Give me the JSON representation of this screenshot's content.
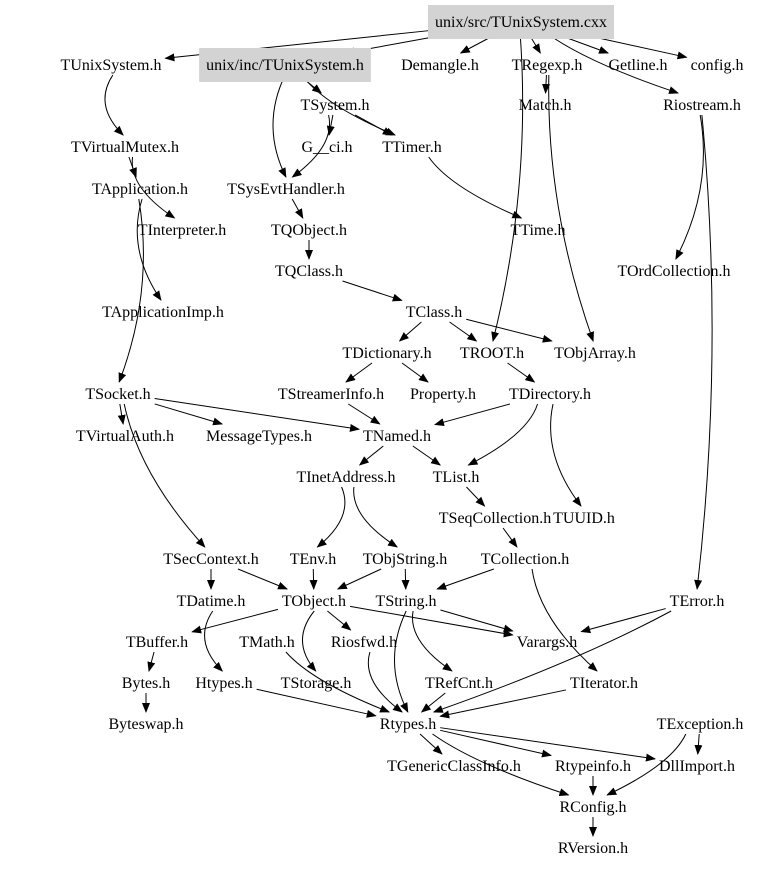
{
  "graph": {
    "title": "Include dependency graph for unix/src/TUnixSystem.cxx",
    "highlight_color": "#d3d3d3",
    "nodes": [
      {
        "id": "cxx",
        "label": "unix/src/TUnixSystem.cxx",
        "highlighted": true
      },
      {
        "id": "tunixsystem_h",
        "label": "TUnixSystem.h",
        "highlighted": false
      },
      {
        "id": "unix_inc",
        "label": "unix/inc/TUnixSystem.h",
        "highlighted": true
      },
      {
        "id": "demangle",
        "label": "Demangle.h",
        "highlighted": false
      },
      {
        "id": "tregexp",
        "label": "TRegexp.h",
        "highlighted": false
      },
      {
        "id": "getline",
        "label": "Getline.h",
        "highlighted": false
      },
      {
        "id": "config",
        "label": "config.h",
        "highlighted": false
      },
      {
        "id": "match",
        "label": "Match.h",
        "highlighted": false
      },
      {
        "id": "tsystem",
        "label": "TSystem.h",
        "highlighted": false
      },
      {
        "id": "riostream",
        "label": "Riostream.h",
        "highlighted": false
      },
      {
        "id": "tvirtualmutex",
        "label": "TVirtualMutex.h",
        "highlighted": false
      },
      {
        "id": "gci",
        "label": "G__ci.h",
        "highlighted": false
      },
      {
        "id": "ttimer",
        "label": "TTimer.h",
        "highlighted": false
      },
      {
        "id": "tapplication",
        "label": "TApplication.h",
        "highlighted": false
      },
      {
        "id": "tsysevthandler",
        "label": "TSysEvtHandler.h",
        "highlighted": false
      },
      {
        "id": "tinterpreter",
        "label": "TInterpreter.h",
        "highlighted": false
      },
      {
        "id": "tqobject",
        "label": "TQObject.h",
        "highlighted": false
      },
      {
        "id": "ttime",
        "label": "TTime.h",
        "highlighted": false
      },
      {
        "id": "tqclass",
        "label": "TQClass.h",
        "highlighted": false
      },
      {
        "id": "tordcollection",
        "label": "TOrdCollection.h",
        "highlighted": false
      },
      {
        "id": "tapplicationimp",
        "label": "TApplicationImp.h",
        "highlighted": false
      },
      {
        "id": "tclass",
        "label": "TClass.h",
        "highlighted": false
      },
      {
        "id": "tdictionary",
        "label": "TDictionary.h",
        "highlighted": false
      },
      {
        "id": "troot",
        "label": "TROOT.h",
        "highlighted": false
      },
      {
        "id": "tobjarray",
        "label": "TObjArray.h",
        "highlighted": false
      },
      {
        "id": "tsocket",
        "label": "TSocket.h",
        "highlighted": false
      },
      {
        "id": "tstreamerinfo",
        "label": "TStreamerInfo.h",
        "highlighted": false
      },
      {
        "id": "property",
        "label": "Property.h",
        "highlighted": false
      },
      {
        "id": "tdirectory",
        "label": "TDirectory.h",
        "highlighted": false
      },
      {
        "id": "tvirtualauth",
        "label": "TVirtualAuth.h",
        "highlighted": false
      },
      {
        "id": "messagetypes",
        "label": "MessageTypes.h",
        "highlighted": false
      },
      {
        "id": "tnamed",
        "label": "TNamed.h",
        "highlighted": false
      },
      {
        "id": "tinetaddress",
        "label": "TInetAddress.h",
        "highlighted": false
      },
      {
        "id": "tlist",
        "label": "TList.h",
        "highlighted": false
      },
      {
        "id": "tseqcollection",
        "label": "TSeqCollection.h",
        "highlighted": false
      },
      {
        "id": "tuuid",
        "label": "TUUID.h",
        "highlighted": false
      },
      {
        "id": "tseccontext",
        "label": "TSecContext.h",
        "highlighted": false
      },
      {
        "id": "tenv",
        "label": "TEnv.h",
        "highlighted": false
      },
      {
        "id": "tobjstring",
        "label": "TObjString.h",
        "highlighted": false
      },
      {
        "id": "tcollection",
        "label": "TCollection.h",
        "highlighted": false
      },
      {
        "id": "tdatime",
        "label": "TDatime.h",
        "highlighted": false
      },
      {
        "id": "tobject",
        "label": "TObject.h",
        "highlighted": false
      },
      {
        "id": "tstring",
        "label": "TString.h",
        "highlighted": false
      },
      {
        "id": "terror",
        "label": "TError.h",
        "highlighted": false
      },
      {
        "id": "tbuffer",
        "label": "TBuffer.h",
        "highlighted": false
      },
      {
        "id": "tmath",
        "label": "TMath.h",
        "highlighted": false
      },
      {
        "id": "riosfwd",
        "label": "Riosfwd.h",
        "highlighted": false
      },
      {
        "id": "varargs",
        "label": "Varargs.h",
        "highlighted": false
      },
      {
        "id": "bytes",
        "label": "Bytes.h",
        "highlighted": false
      },
      {
        "id": "htypes",
        "label": "Htypes.h",
        "highlighted": false
      },
      {
        "id": "tstorage",
        "label": "TStorage.h",
        "highlighted": false
      },
      {
        "id": "trefcnt",
        "label": "TRefCnt.h",
        "highlighted": false
      },
      {
        "id": "titerator",
        "label": "TIterator.h",
        "highlighted": false
      },
      {
        "id": "byteswap",
        "label": "Byteswap.h",
        "highlighted": false
      },
      {
        "id": "rtypes",
        "label": "Rtypes.h",
        "highlighted": false
      },
      {
        "id": "texception",
        "label": "TException.h",
        "highlighted": false
      },
      {
        "id": "tgenericclassinfo",
        "label": "TGenericClassInfo.h",
        "highlighted": false
      },
      {
        "id": "rtypeinfo",
        "label": "Rtypeinfo.h",
        "highlighted": false
      },
      {
        "id": "dllimport",
        "label": "DllImport.h",
        "highlighted": false
      },
      {
        "id": "rconfig",
        "label": "RConfig.h",
        "highlighted": false
      },
      {
        "id": "rversion",
        "label": "RVersion.h",
        "highlighted": false
      }
    ],
    "edges": [
      [
        "cxx",
        "tunixsystem_h"
      ],
      [
        "cxx",
        "unix_inc"
      ],
      [
        "cxx",
        "demangle"
      ],
      [
        "cxx",
        "tregexp"
      ],
      [
        "cxx",
        "getline"
      ],
      [
        "cxx",
        "config"
      ],
      [
        "cxx",
        "riostream"
      ],
      [
        "cxx",
        "troot"
      ],
      [
        "tregexp",
        "match"
      ],
      [
        "tregexp",
        "tobjarray"
      ],
      [
        "unix_inc",
        "tsystem"
      ],
      [
        "unix_inc",
        "ttimer"
      ],
      [
        "unix_inc",
        "tsysevthandler"
      ],
      [
        "tunixsystem_h",
        "tvirtualmutex"
      ],
      [
        "tsystem",
        "gci"
      ],
      [
        "tsystem",
        "ttimer"
      ],
      [
        "tsystem",
        "tsysevthandler"
      ],
      [
        "tvirtualmutex",
        "tapplication"
      ],
      [
        "tvirtualmutex",
        "tinterpreter"
      ],
      [
        "ttimer",
        "ttime"
      ],
      [
        "tsysevthandler",
        "tqobject"
      ],
      [
        "tapplication",
        "tapplicationimp"
      ],
      [
        "tapplication",
        "tsocket"
      ],
      [
        "tqobject",
        "tqclass"
      ],
      [
        "tqclass",
        "tclass"
      ],
      [
        "riostream",
        "tordcollection"
      ],
      [
        "riostream",
        "terror"
      ],
      [
        "tclass",
        "tdictionary"
      ],
      [
        "tclass",
        "troot"
      ],
      [
        "tclass",
        "tobjarray"
      ],
      [
        "tdictionary",
        "tstreamerinfo"
      ],
      [
        "tdictionary",
        "property"
      ],
      [
        "troot",
        "tdirectory"
      ],
      [
        "tdirectory",
        "tnamed"
      ],
      [
        "tdirectory",
        "tlist"
      ],
      [
        "tdirectory",
        "tuuid"
      ],
      [
        "tsocket",
        "tvirtualauth"
      ],
      [
        "tsocket",
        "messagetypes"
      ],
      [
        "tsocket",
        "tnamed"
      ],
      [
        "tsocket",
        "tseccontext"
      ],
      [
        "tstreamerinfo",
        "tnamed"
      ],
      [
        "tnamed",
        "tlist"
      ],
      [
        "tnamed",
        "tinetaddress"
      ],
      [
        "tinetaddress",
        "tenv"
      ],
      [
        "tinetaddress",
        "tobjstring"
      ],
      [
        "tlist",
        "tseqcollection"
      ],
      [
        "tseqcollection",
        "tcollection"
      ],
      [
        "tseccontext",
        "tdatime"
      ],
      [
        "tseccontext",
        "tobject"
      ],
      [
        "tenv",
        "tobject"
      ],
      [
        "tobjstring",
        "tobject"
      ],
      [
        "tobjstring",
        "tstring"
      ],
      [
        "tcollection",
        "tstring"
      ],
      [
        "tcollection",
        "titerator"
      ],
      [
        "tobject",
        "tbuffer"
      ],
      [
        "tobject",
        "riosfwd"
      ],
      [
        "tobject",
        "tstorage"
      ],
      [
        "tobject",
        "varargs"
      ],
      [
        "tdatime",
        "htypes"
      ],
      [
        "tstring",
        "trefcnt"
      ],
      [
        "tstring",
        "varargs"
      ],
      [
        "tstring",
        "rtypes"
      ],
      [
        "terror",
        "varargs"
      ],
      [
        "terror",
        "rtypes"
      ],
      [
        "tbuffer",
        "bytes"
      ],
      [
        "bytes",
        "byteswap"
      ],
      [
        "tmath",
        "rtypes"
      ],
      [
        "htypes",
        "rtypes"
      ],
      [
        "riosfwd",
        "rtypes"
      ],
      [
        "trefcnt",
        "rtypes"
      ],
      [
        "titerator",
        "rtypes"
      ],
      [
        "rtypes",
        "tgenericclassinfo"
      ],
      [
        "rtypes",
        "rtypeinfo"
      ],
      [
        "rtypes",
        "dllimport"
      ],
      [
        "rtypes",
        "rconfig"
      ],
      [
        "texception",
        "dllimport"
      ],
      [
        "texception",
        "rconfig"
      ],
      [
        "rtypeinfo",
        "rconfig"
      ],
      [
        "rconfig",
        "rversion"
      ]
    ]
  }
}
